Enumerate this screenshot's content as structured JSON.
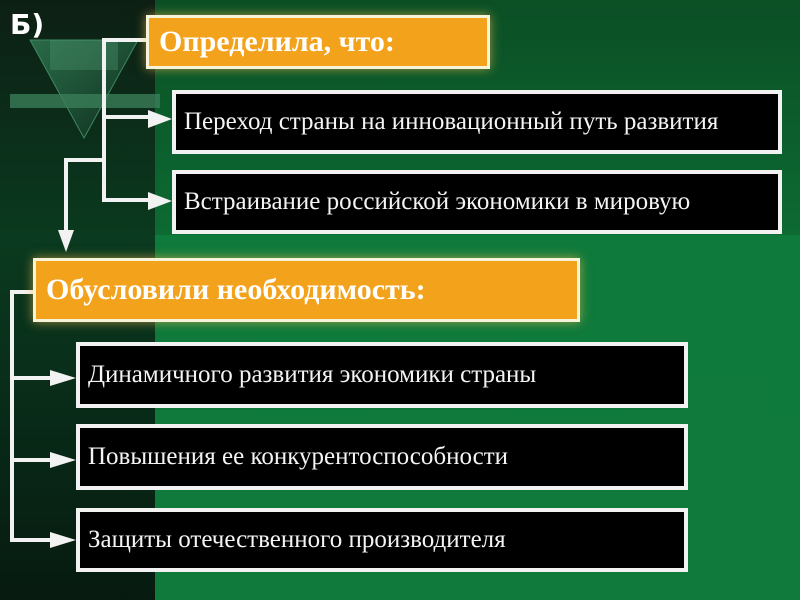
{
  "section_label": "Б)",
  "header1": "Определила, что:",
  "items1": [
    "Переход страны на инновационный путь развития",
    "Встраивание российской экономики в мировую"
  ],
  "header2": "Обусловили необходимость:",
  "items2": [
    "Динамичного развития экономики страны",
    "Повышения ее конкурентоспособности",
    "Защиты отечественного производителя"
  ],
  "colors": {
    "header_fill": "#f3a21b",
    "box_fill": "#000000",
    "connector": "#f2f2f2",
    "background": "#0f7a3c"
  }
}
